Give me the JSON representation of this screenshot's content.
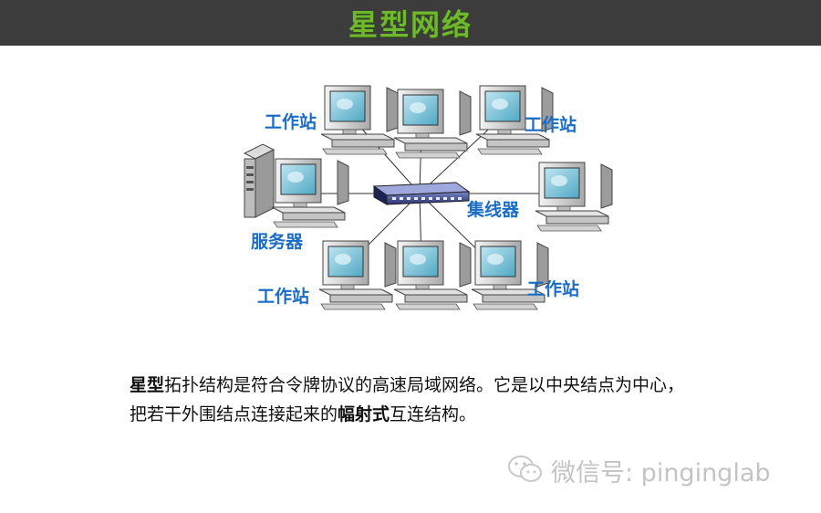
{
  "title": "星型网络",
  "diagram": {
    "labels": {
      "workstation": "工作站",
      "server": "服务器",
      "hub": "集线器"
    }
  },
  "description": {
    "line1_bold": "星型",
    "line1_rest": "拓扑结构是符合令牌协议的高速局域网络。它是以中央结点为中心，",
    "line2_pre": "把若干外围结点连接起来的",
    "line2_bold": "幅射式",
    "line2_post": "互连结构。"
  },
  "watermark": {
    "text": "微信号: pinginglab",
    "icon": "wechat-icon"
  }
}
